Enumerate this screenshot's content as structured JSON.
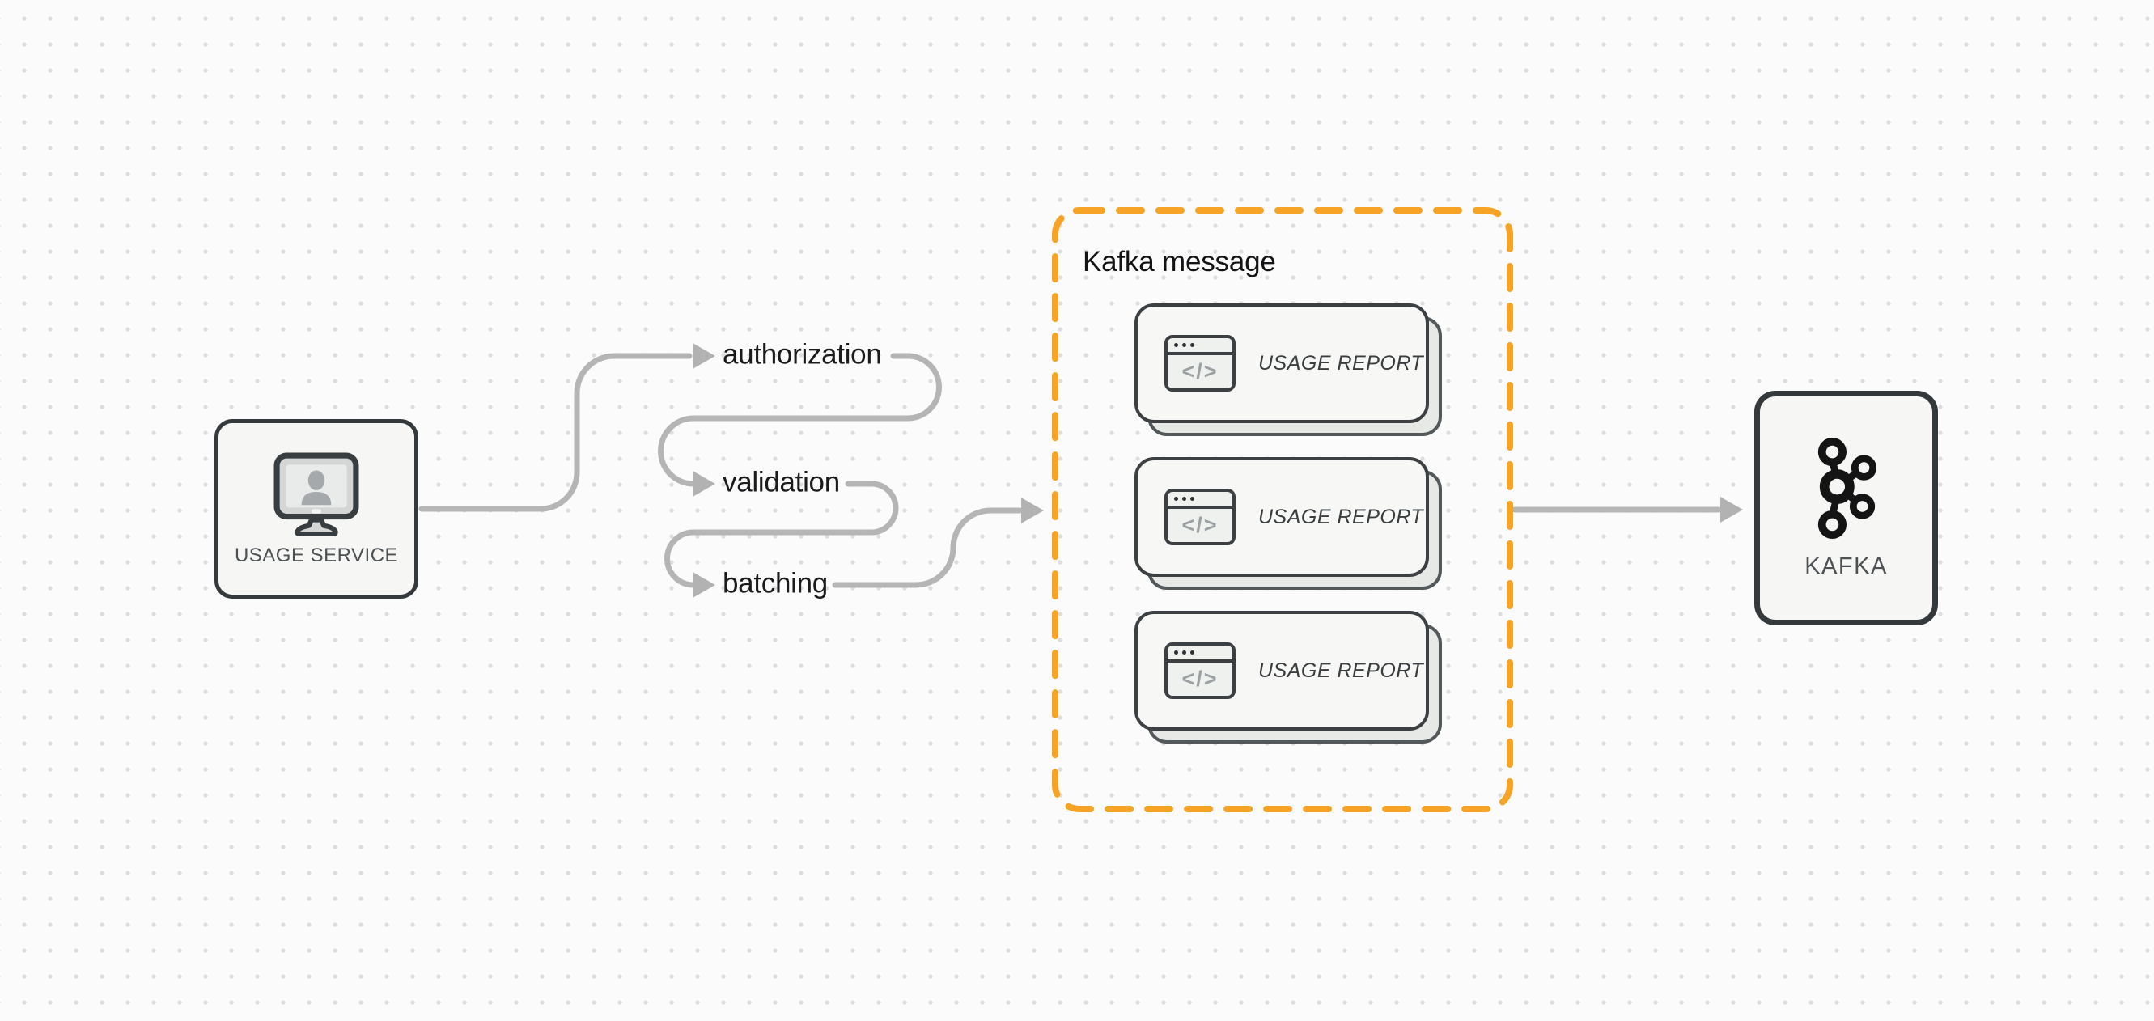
{
  "diagram": {
    "source_node": {
      "label": "USAGE SERVICE",
      "icon": "user-monitor-icon"
    },
    "steps": [
      {
        "label": "authorization"
      },
      {
        "label": "validation"
      },
      {
        "label": "batching"
      }
    ],
    "kafka_message_group": {
      "title": "Kafka message",
      "messages": [
        {
          "label": "USAGE REPORT",
          "icon": "code-window-icon",
          "icon_glyph": "</>"
        },
        {
          "label": "USAGE REPORT",
          "icon": "code-window-icon",
          "icon_glyph": "</>"
        },
        {
          "label": "USAGE REPORT",
          "icon": "code-window-icon",
          "icon_glyph": "</>"
        }
      ]
    },
    "target_node": {
      "label": "KAFKA",
      "icon": "kafka-logo-icon"
    },
    "colors": {
      "accent_orange": "#F6A326",
      "connector_gray": "#B5B5B5",
      "node_border": "#34393C",
      "node_bg": "#F6F7F5",
      "card_bg": "#F7F8F6",
      "card_shadow_bg": "#E7E9E7",
      "step_label_color": "#1B1B1D",
      "node_label_color": "#4D5154",
      "page_bg": "#FBFBFB",
      "dot_color": "#DEDEDE"
    }
  }
}
